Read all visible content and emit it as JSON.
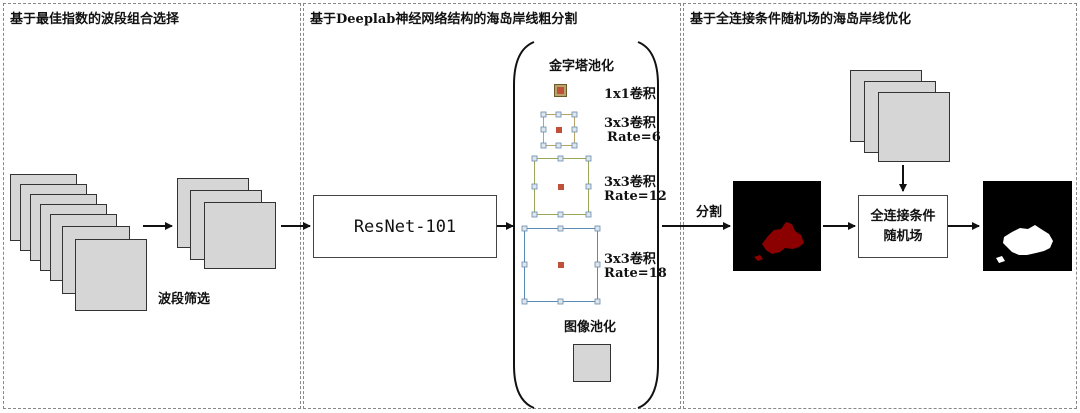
{
  "panels": {
    "p1_title": "基于最佳指数的波段组合选择",
    "p2_title": "基于Deeplab神经网络结构的海岛岸线粗分割",
    "p3_title": "基于全连接条件随机场的海岛岸线优化"
  },
  "band_filter_label": "波段筛选",
  "resnet_label": "ResNet-101",
  "aspp": {
    "title": "金字塔池化",
    "conv1_label": "1x1卷积",
    "conv2_label": "3x3卷积",
    "conv2_rate": "Rate=6",
    "conv3_label": "3x3卷积",
    "conv3_rate": "Rate=12",
    "conv4_label": "3x3卷积",
    "conv4_rate": "Rate=18",
    "pool_label": "图像池化"
  },
  "seg_label": "分割",
  "crf_line1": "全连接条件",
  "crf_line2": "随机场",
  "colors": {
    "conv_center": "#c0503a",
    "rate6_border": "#b8a46a",
    "rate12_border": "#9aa85a",
    "rate18_border": "#5a8ab8",
    "mask_red": "#8b0000"
  }
}
